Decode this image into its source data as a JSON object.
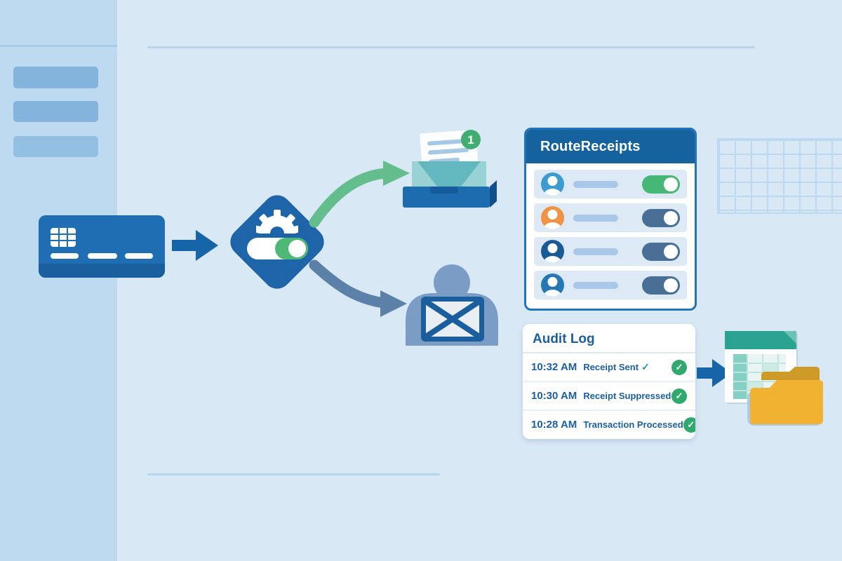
{
  "route_panel": {
    "title": "RouteReceipts",
    "users": [
      {
        "avatar_color": "#3d9bd1",
        "toggle_on": true,
        "toggle_color": "#45b876"
      },
      {
        "avatar_color": "#ef9344",
        "toggle_on": false,
        "toggle_color": "#4a6f96"
      },
      {
        "avatar_color": "#1a5a96",
        "toggle_on": false,
        "toggle_color": "#4a6f96"
      },
      {
        "avatar_color": "#2678b5",
        "toggle_on": false,
        "toggle_color": "#4a6f96"
      }
    ]
  },
  "audit_log": {
    "title": "Audit Log",
    "check_glyph": "✓",
    "entries": [
      {
        "time": "10:32 AM",
        "event": "Receipt Sent",
        "inline_check": "✓"
      },
      {
        "time": "10:30 AM",
        "event": "Receipt Suppressed",
        "inline_check": ""
      },
      {
        "time": "10:28 AM",
        "event": "Transaction Processed",
        "inline_check": ""
      }
    ]
  },
  "inbox": {
    "badge_count": "1"
  },
  "icons": {
    "credit-card-icon": "payment card with chip",
    "settings-gear-icon": "gear with toggle inside diamond",
    "inbox-email-icon": "open envelope with letter in tray",
    "person-envelope-icon": "user silhouette holding envelope",
    "spreadsheet-icon": "teal spreadsheet page",
    "folder-icon": "yellow archive folder",
    "grid-icon": "faint background table grid"
  },
  "colors": {
    "brand_blue": "#1d64a8",
    "panel_header_blue": "#15629f",
    "toggle_on_green": "#45b876",
    "toggle_off_steel": "#4a6f96",
    "success_green": "#2fa96e",
    "arrow_green": "#64bd8d",
    "arrow_steel": "#5b81a8",
    "spreadsheet_teal": "#2aa392",
    "folder_yellow": "#f2b231"
  }
}
